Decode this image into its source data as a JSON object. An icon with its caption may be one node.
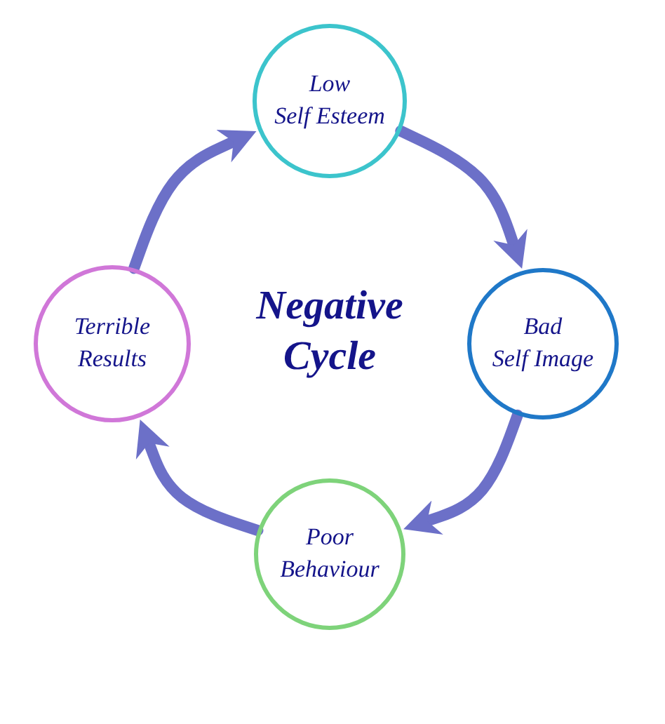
{
  "diagram": {
    "title": "Negative Cycle",
    "nodes": [
      {
        "text": [
          "Low Self Esteem"
        ]
      },
      {
        "text": [
          "Bad Self Image"
        ]
      },
      {
        "text": [
          "Poor Behaviour"
        ]
      },
      {
        "text": [
          "Terrible Results"
        ]
      }
    ],
    "edges": [
      {
        "from": 0,
        "to": 1,
        "arrow": "to"
      },
      {
        "from": 1,
        "to": 2,
        "arrow": "to"
      },
      {
        "from": 2,
        "to": 3,
        "arrow": "to"
      },
      {
        "from": 3,
        "to": 0,
        "arrow": "to"
      }
    ]
  }
}
